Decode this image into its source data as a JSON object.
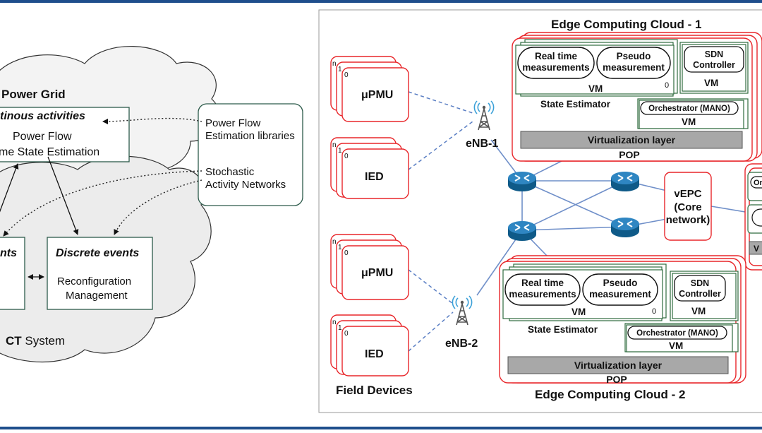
{
  "left": {
    "power_grid_title": "Power Grid",
    "continuous_title": "tinous activities",
    "continuous_line1": "Power Flow",
    "continuous_line2": "me State Estimation",
    "library_line1": "Power Flow",
    "library_line2": "Estimation libraries",
    "library_line3": "Stochastic",
    "library_line4": "Activity Networks",
    "left_events_title": "nts",
    "discrete_title": "Discrete events",
    "discrete_line1": "Reconfiguration",
    "discrete_line2": "Management",
    "ict_title_bold": "CT",
    "ict_title_rest": " System"
  },
  "right": {
    "field_devices": [
      {
        "label": "μPMU"
      },
      {
        "label": "IED"
      },
      {
        "label": "μPMU"
      },
      {
        "label": "IED"
      }
    ],
    "stack_n": "n",
    "stack_1": "1",
    "stack_0": "0",
    "field_devices_label": "Field Devices",
    "enb1": "eNB-1",
    "enb2": "eNB-2",
    "vepc_line1": "vEPC",
    "vepc_line2": "(Core",
    "vepc_line3": "network)",
    "cloud1": {
      "title": "Edge Computing Cloud - 1",
      "realtime_line1": "Real time",
      "realtime_line2": "measurements",
      "pseudo_line1": "Pseudo",
      "pseudo_line2": "measurement",
      "vm_label": "VM",
      "vm_index": "0",
      "state_estimator": "State Estimator",
      "sdn_line1": "SDN",
      "sdn_line2": "Controller",
      "sdn_vm": "VM",
      "orchestrator": "Orchestrator (MANO)",
      "orch_vm": "VM",
      "virtualization": "Virtualization layer",
      "pop": "POP"
    },
    "cloud2": {
      "title": "Edge Computing Cloud - 2",
      "realtime_line1": "Real time",
      "realtime_line2": "measurements",
      "pseudo_line1": "Pseudo",
      "pseudo_line2": "measurement",
      "vm_label": "VM",
      "vm_index": "0",
      "state_estimator": "State Estimator",
      "sdn_line1": "SDN",
      "sdn_line2": "Controller",
      "sdn_vm": "VM",
      "orchestrator": "Orchestrator (MANO)",
      "orch_vm": "VM",
      "virtualization": "Virtualization layer",
      "pop": "POP"
    },
    "clipped_box_text": "Or",
    "clipped_box_text2": "V"
  },
  "colors": {
    "frame_blue": "#1f4e8c",
    "red": "#e8262a",
    "green": "#2e6b3e",
    "dash_blue": "#5b7fc4",
    "router_blue": "#1c6ea4",
    "line_blue": "#6f8fc9",
    "gray_layer": "#a8a8a8",
    "cloud_fill": "#efefef",
    "box_stroke": "#2c5a4a"
  }
}
